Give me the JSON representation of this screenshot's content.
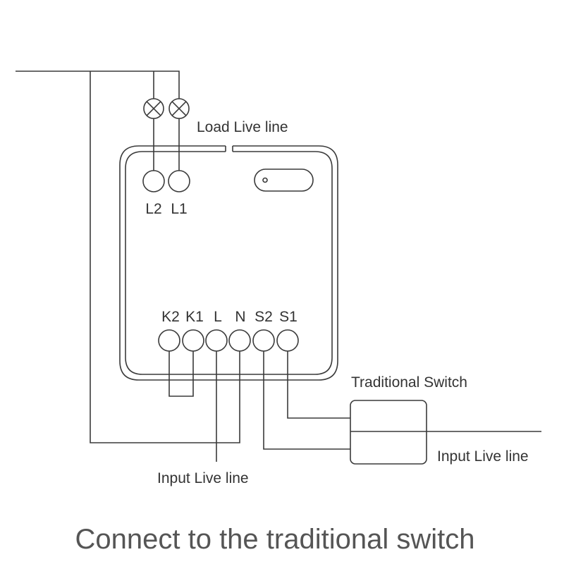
{
  "labels": {
    "load_live_line": "Load Live line",
    "traditional_switch": "Traditional Switch",
    "input_live_line_bottom": "Input Live line",
    "input_live_line_right": "Input Live line"
  },
  "terminals": {
    "top": [
      "L2",
      "L1"
    ],
    "bottom": [
      "K2",
      "K1",
      "L",
      "N",
      "S2",
      "S1"
    ]
  },
  "caption": "Connect to the traditional switch",
  "colors": {
    "line": "#3a3a3a",
    "text": "#333333",
    "caption": "#555555",
    "background": "#ffffff"
  },
  "icons": {
    "lamp": "lamp-icon",
    "indicator": "indicator-led-icon"
  }
}
